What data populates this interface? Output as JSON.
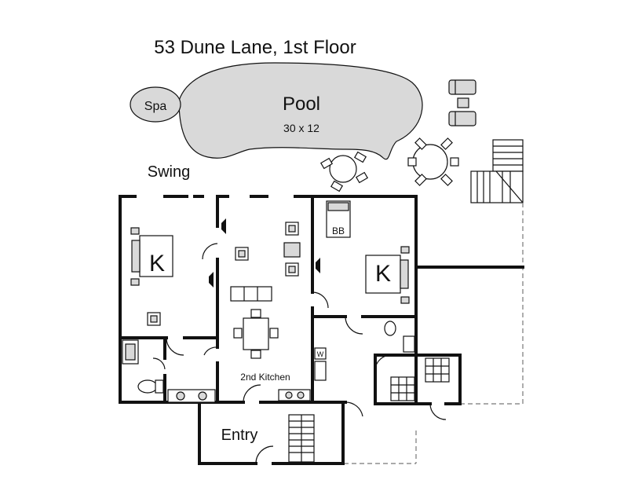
{
  "title": "53 Dune Lane, 1st Floor",
  "pool": {
    "label": "Pool",
    "size": "30 x 12"
  },
  "spa": {
    "label": "Spa"
  },
  "swing": {
    "label": "Swing"
  },
  "rooms": {
    "bedroom_west": {
      "bed_label": "K"
    },
    "bedroom_east": {
      "bed_label": "K",
      "bunk_label": "BB"
    },
    "kitchen": {
      "label": "2nd Kitchen"
    },
    "entry": {
      "label": "Entry"
    },
    "laundry": {
      "washer_label": "W"
    }
  },
  "colors": {
    "wall": "#111111",
    "fill": "#d9d9d9",
    "deck_line": "#777777"
  }
}
